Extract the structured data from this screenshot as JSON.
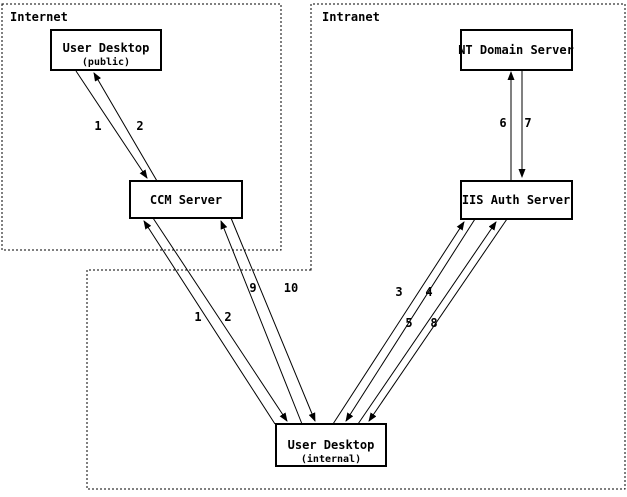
{
  "diagram": {
    "zones": [
      {
        "name": "internet",
        "label": "Internet"
      },
      {
        "name": "intranet",
        "label": "Intranet"
      }
    ],
    "nodes": [
      {
        "name": "user-desktop-public",
        "label": "User Desktop",
        "sublabel": "(public)",
        "zone": "Internet"
      },
      {
        "name": "ccm-server",
        "label": "CCM Server",
        "sublabel": "",
        "zone": "Internet"
      },
      {
        "name": "nt-domain-server",
        "label": "NT Domain Server",
        "sublabel": "",
        "zone": "Intranet"
      },
      {
        "name": "iis-auth-server",
        "label": "IIS Auth Server",
        "sublabel": "",
        "zone": "Intranet"
      },
      {
        "name": "user-desktop-internal",
        "label": "User Desktop",
        "sublabel": "(internal)",
        "zone": "Intranet"
      }
    ],
    "flows": [
      {
        "label": "1",
        "from": "User Desktop (public)",
        "to": "CCM Server"
      },
      {
        "label": "2",
        "from": "CCM Server",
        "to": "User Desktop (public)"
      },
      {
        "label": "1",
        "from": "User Desktop (internal)",
        "to": "CCM Server"
      },
      {
        "label": "2",
        "from": "CCM Server",
        "to": "User Desktop (internal)"
      },
      {
        "label": "9",
        "from": "User Desktop (internal)",
        "to": "CCM Server"
      },
      {
        "label": "10",
        "from": "CCM Server",
        "to": "User Desktop (internal)"
      },
      {
        "label": "3",
        "from": "User Desktop (internal)",
        "to": "IIS Auth Server"
      },
      {
        "label": "4",
        "from": "IIS Auth Server",
        "to": "User Desktop (internal)"
      },
      {
        "label": "5",
        "from": "User Desktop (internal)",
        "to": "IIS Auth Server"
      },
      {
        "label": "8",
        "from": "IIS Auth Server",
        "to": "User Desktop (internal)"
      },
      {
        "label": "6",
        "from": "IIS Auth Server",
        "to": "NT Domain Server"
      },
      {
        "label": "7",
        "from": "NT Domain Server",
        "to": "IIS Auth Server"
      }
    ],
    "colors": {
      "line": "#000000",
      "background": "#ffffff"
    }
  }
}
